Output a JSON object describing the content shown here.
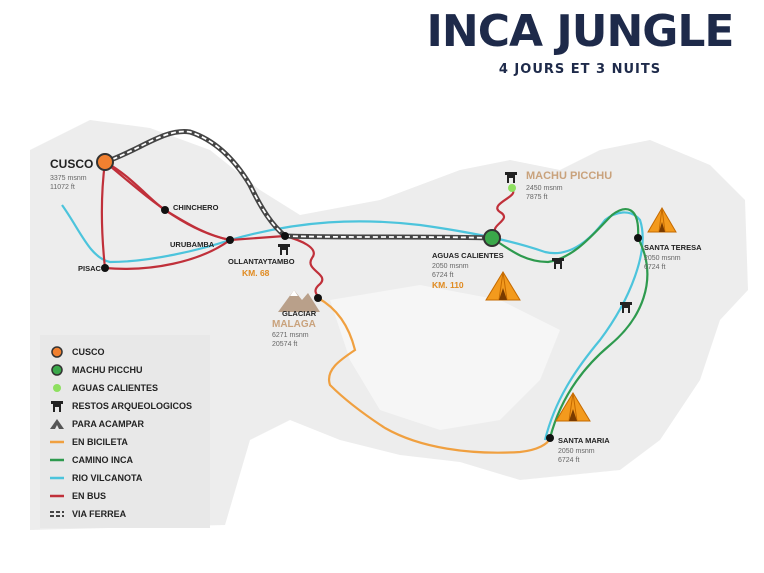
{
  "header": {
    "title": "INCA JUNGLE",
    "subtitle": "4 JOURS ET 3 NUITS"
  },
  "colors": {
    "bike": "#f0a040",
    "inca": "#2e9a4e",
    "river": "#4cc4dc",
    "bus": "#c0303a",
    "rail": "#444444",
    "cusco_dot": "#f08030",
    "machu_dot": "#3aa84a",
    "aguas_dot": "#8ee060",
    "title": "#1e2a4a"
  },
  "places": {
    "cusco": {
      "name": "CUSCO",
      "alt_m": "3375 msnm",
      "alt_ft": "11072 ft"
    },
    "chinchero": {
      "name": "CHINCHERO"
    },
    "urubamba": {
      "name": "URUBAMBA"
    },
    "pisac": {
      "name": "PISAC"
    },
    "ollantaytambo": {
      "name": "OLLANTAYTAMBO",
      "km": "KM. 68"
    },
    "glaciar": {
      "name": "GLACIAR",
      "name2": "MALAGA",
      "alt_m": "6271 msnm",
      "alt_ft": "20574 ft"
    },
    "machu_picchu": {
      "name": "MACHU PICCHU",
      "alt_m": "2450 msnm",
      "alt_ft": "7875 ft"
    },
    "aguas_calientes": {
      "name": "AGUAS CALIENTES",
      "alt_m": "2050 msnm",
      "alt_ft": "6724 ft",
      "km": "KM. 110"
    },
    "santa_teresa": {
      "name": "SANTA TERESA",
      "alt_m": "2050 msnm",
      "alt_ft": "6724 ft"
    },
    "santa_maria": {
      "name": "SANTA MARIA",
      "alt_m": "2050 msnm",
      "alt_ft": "6724 ft"
    }
  },
  "legend": [
    {
      "icon": "cusco-dot-icon",
      "label": "CUSCO"
    },
    {
      "icon": "machu-picchu-dot-icon",
      "label": "MACHU PICCHU"
    },
    {
      "icon": "aguas-calientes-dot-icon",
      "label": "AGUAS CALIENTES"
    },
    {
      "icon": "ruins-icon",
      "label": "RESTOS ARQUEOLOGICOS"
    },
    {
      "icon": "tent-icon",
      "label": "PARA ACAMPAR"
    },
    {
      "icon": "bike-line-icon",
      "label": "EN BICILETA"
    },
    {
      "icon": "inca-trail-line-icon",
      "label": "CAMINO INCA"
    },
    {
      "icon": "river-line-icon",
      "label": "RIO VILCANOTA"
    },
    {
      "icon": "bus-line-icon",
      "label": "EN BUS"
    },
    {
      "icon": "railway-line-icon",
      "label": "VIA FERREA"
    }
  ]
}
